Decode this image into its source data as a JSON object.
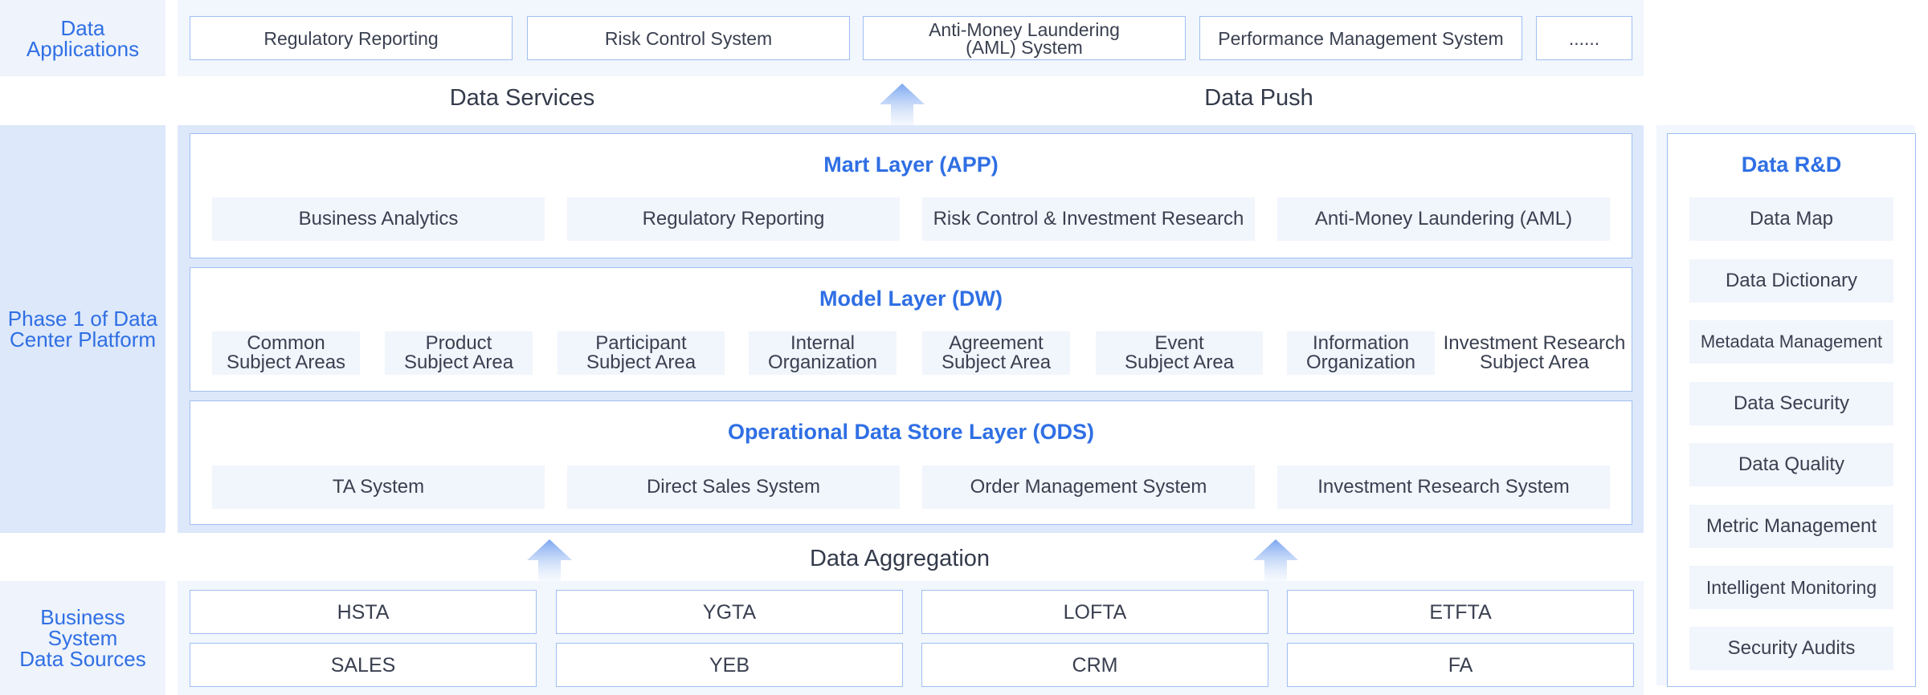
{
  "applications": {
    "label": "Data\nApplications",
    "items": [
      "Regulatory Reporting",
      "Risk Control System",
      "Anti-Money Laundering\n(AML) System",
      "Performance Management System",
      "......"
    ]
  },
  "services": {
    "left": "Data Services",
    "right": "Data Push"
  },
  "platform": {
    "label": "Phase 1 of Data\nCenter Platform",
    "mart": {
      "title": "Mart Layer (APP)",
      "items": [
        "Business Analytics",
        "Regulatory Reporting",
        "Risk Control & Investment Research",
        "Anti-Money Laundering (AML)"
      ]
    },
    "model": {
      "title": "Model Layer (DW)",
      "items": [
        "Common\nSubject Areas",
        "Product\nSubject Area",
        "Participant\nSubject Area",
        "Internal\nOrganization",
        "Agreement\nSubject Area",
        "Event\nSubject Area",
        "Information\nOrganization",
        "Investment Research\nSubject Area"
      ]
    },
    "ods": {
      "title": "Operational Data Store Layer (ODS)",
      "items": [
        "TA System",
        "Direct Sales System",
        "Order Management System",
        "Investment Research System"
      ]
    }
  },
  "aggregation": {
    "title": "Data Aggregation"
  },
  "sources": {
    "label": "Business\nSystem\nData Sources",
    "row1": [
      "HSTA",
      "YGTA",
      "LOFTA",
      "ETFTA"
    ],
    "row2": [
      "SALES",
      "YEB",
      "CRM",
      "FA"
    ]
  },
  "rnd": {
    "title": "Data R&D",
    "items": [
      "Data Map",
      "Data Dictionary",
      "Metadata Management",
      "Data Security",
      "Data Quality",
      "Metric Management",
      "Intelligent Monitoring",
      "Security Audits"
    ]
  },
  "colors": {
    "accent": "#2f6fe4",
    "border": "#9fbff2",
    "label_bg": "#dde8fa",
    "band_bg": "#f2f6fd"
  }
}
